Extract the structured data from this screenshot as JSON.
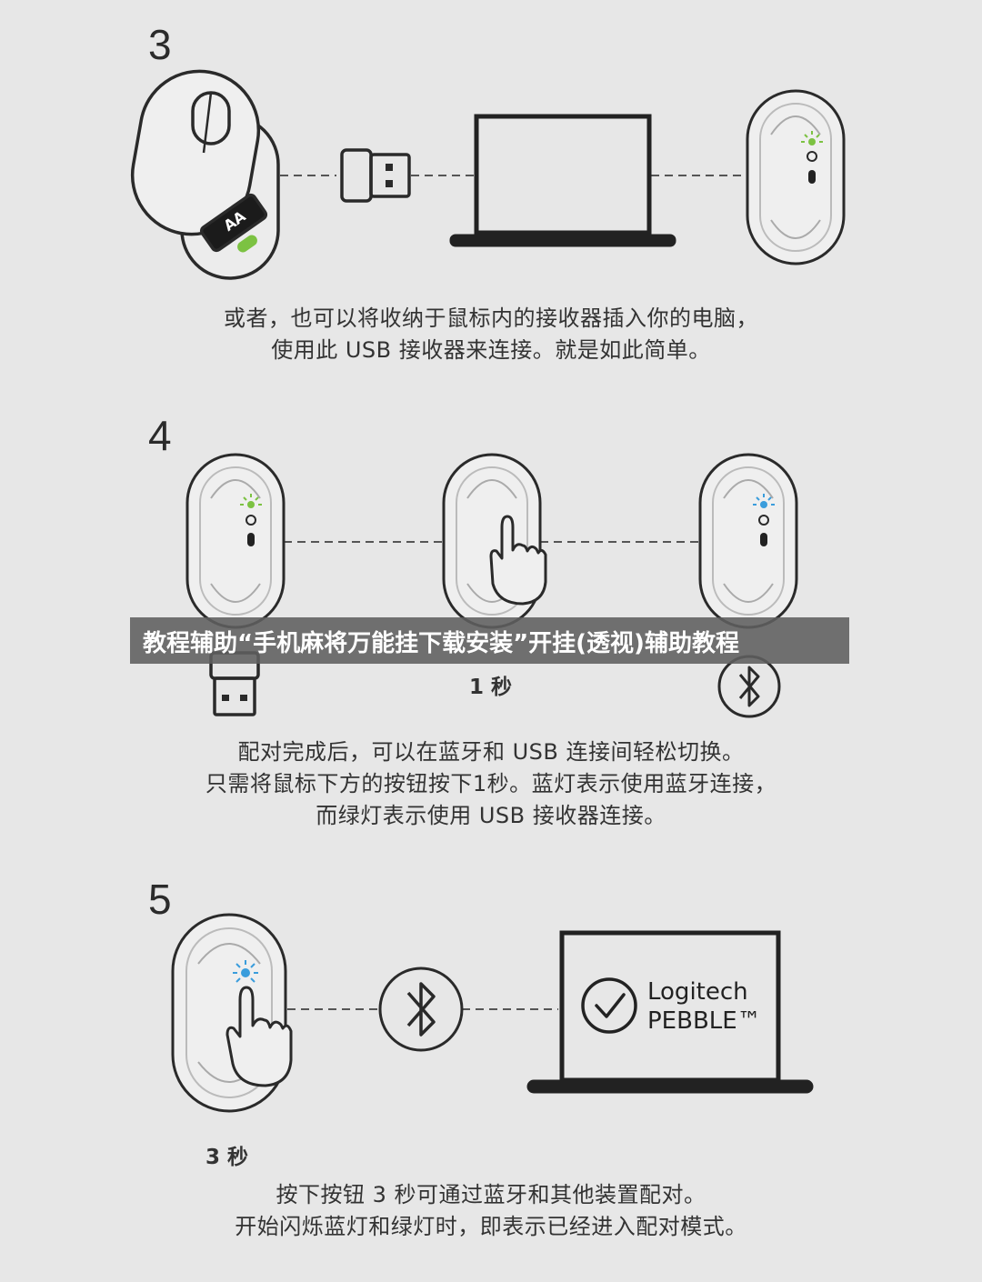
{
  "banner": {
    "text": "教程辅助“手机麻将万能挂下载安装”开挂(透视)辅助教程"
  },
  "steps": [
    {
      "number": "3",
      "caption": [
        "或者，也可以将收纳于鼠标内的接收器插入你的电脑，",
        "使用此 USB 接收器来连接。就是如此简单。"
      ]
    },
    {
      "number": "4",
      "timer": "1 秒",
      "caption": [
        "配对完成后，可以在蓝牙和 USB 连接间轻松切换。",
        "只需将鼠标下方的按钮按下1秒。蓝灯表示使用蓝牙连接，",
        "而绿灯表示使用 USB 接收器连接。"
      ]
    },
    {
      "number": "5",
      "timer": "3 秒",
      "caption": [
        "按下按钮 3 秒可通过蓝牙和其他装置配对。",
        "开始闪烁蓝灯和绿灯时，即表示已经进入配对模式。"
      ]
    }
  ],
  "mouse_label": "AA",
  "screen_logo": {
    "line1": "Logitech",
    "line2": "PEBBLE™"
  },
  "icons": [
    "usb-receiver-icon",
    "laptop-icon",
    "bluetooth-icon",
    "hand-press-icon",
    "check-circle-icon"
  ],
  "colors": {
    "background": "#e7e7e7",
    "line": "#2a2a2a",
    "green_led": "#7cc242",
    "blue_led": "#3a9ddc",
    "banner_bg": "#5f5f5f"
  }
}
